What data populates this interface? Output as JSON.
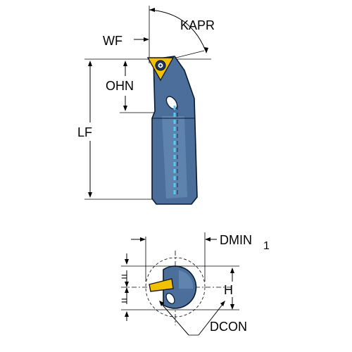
{
  "labels": {
    "wf": "WF",
    "kapr": "KAPR",
    "ohn": "OHN",
    "lf": "LF",
    "dmin": "DMIN",
    "dmin_sub": "1",
    "h": "H",
    "dcon": "DCON",
    "eq_top": "=",
    "eq_bottom": "="
  },
  "colors": {
    "tool_body": "#4b6f9a",
    "tool_highlight": "#6f93bd",
    "coolant_channel": "#57c8f0",
    "insert": "#f2c200",
    "outline": "#0a1a30"
  }
}
